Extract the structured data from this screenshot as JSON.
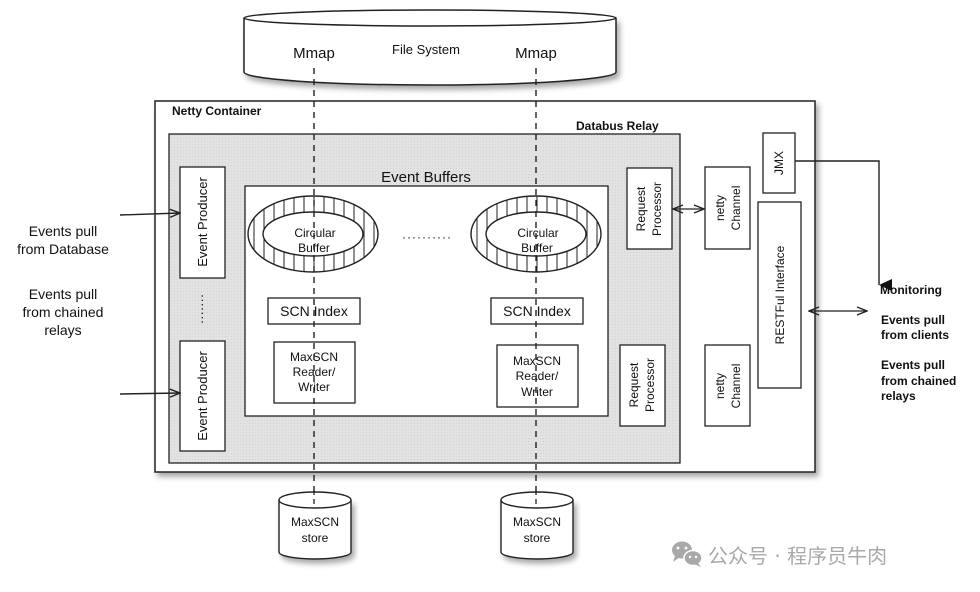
{
  "file_system": {
    "title": "File System",
    "mmap_left": "Mmap",
    "mmap_right": "Mmap"
  },
  "netty_container": {
    "title": "Netty Container"
  },
  "databus_relay": {
    "title": "Databus Relay"
  },
  "event_producers": [
    {
      "label": "Event Producer"
    },
    {
      "label": "Event Producer"
    }
  ],
  "event_buffers": {
    "title": "Event Buffers",
    "buffers": [
      {
        "circular_line1": "Circular",
        "circular_line2": "Buffer",
        "scn_index": "SCN Index",
        "rw_line1": "MaxSCN",
        "rw_line2": "Reader/",
        "rw_line3": "Writer"
      },
      {
        "circular_line1": "Circular",
        "circular_line2": "Buffer",
        "scn_index": "SCN Index",
        "rw_line1": "MaxSCN",
        "rw_line2": "Reader/",
        "rw_line3": "Writer"
      }
    ],
    "ellipsis": "··········"
  },
  "request_processors": [
    {
      "line1": "Request",
      "line2": "Processor"
    },
    {
      "line1": "Request",
      "line2": "Processor"
    }
  ],
  "netty_channels": [
    {
      "line1": "netty",
      "line2": "Channel"
    },
    {
      "line1": "netty",
      "line2": "Channel"
    }
  ],
  "jmx": {
    "label": "JMX"
  },
  "restful": {
    "label": "RESTFul Interface"
  },
  "left_inputs": {
    "db_line1": "Events pull",
    "db_line2": "from Database",
    "chain_line1": "Events pull",
    "chain_line2": "from chained",
    "chain_line3": "relays"
  },
  "right_outputs": {
    "monitoring": "Monitoring",
    "clients_line1": "Events pull",
    "clients_line2": "from clients",
    "chain_line1": "Events pull",
    "chain_line2": "from chained",
    "chain_line3": "relays"
  },
  "stores": [
    {
      "line1": "MaxSCN",
      "line2": "store"
    },
    {
      "line1": "MaxSCN",
      "line2": "store"
    }
  ],
  "watermark": {
    "text": "公众号 · 程序员牛肉",
    "icon": "wechat-icon"
  },
  "colors": {
    "relay_fill": "#e2e2e2",
    "stroke": "#222222",
    "watermark": "#a9a9a9"
  }
}
